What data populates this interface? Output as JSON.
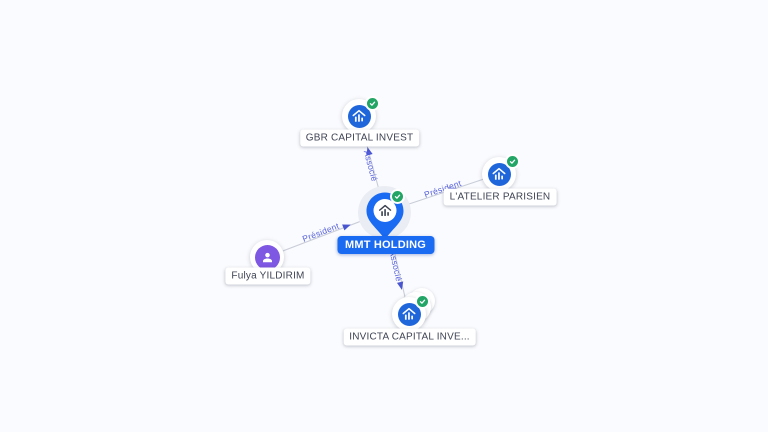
{
  "canvas": {
    "background": "#fafbfe"
  },
  "colors": {
    "company_node_blue": "#2066db",
    "selected_pin_blue": "#1a6af2",
    "person_purple": "#7e57e2",
    "verified_green": "#23a566",
    "edge_line": "#c9cdd8",
    "edge_label": "#5560dd",
    "node_label_text": "#3f4454",
    "node_label_bg": "#ffffff",
    "selected_label_bg": "#1a6af2",
    "selected_label_text": "#ffffff"
  },
  "nodes": {
    "center": {
      "label": "MMT HOLDING",
      "type": "company",
      "icon": "map-pin-building-icon",
      "verified": true,
      "selected": true
    },
    "top": {
      "label": "GBR CAPITAL INVEST",
      "type": "company",
      "icon": "company-building-icon",
      "verified": true
    },
    "right": {
      "label": "L'ATELIER PARISIEN",
      "type": "company",
      "icon": "company-building-icon",
      "verified": true
    },
    "left": {
      "label": "Fulya YILDIRIM",
      "type": "person",
      "icon": "person-icon",
      "verified": false
    },
    "bottom": {
      "label": "INVICTA CAPITAL INVE...",
      "type": "company-group",
      "icon": "company-building-icon",
      "verified": true,
      "stacked": true
    }
  },
  "edges": [
    {
      "from": "MMT HOLDING",
      "to": "GBR CAPITAL INVEST",
      "label": "Associé"
    },
    {
      "from": "MMT HOLDING",
      "to": "L'ATELIER PARISIEN",
      "label": "Président"
    },
    {
      "from": "Fulya YILDIRIM",
      "to": "MMT HOLDING",
      "label": "Président"
    },
    {
      "from": "MMT HOLDING",
      "to": "INVICTA CAPITAL INVE...",
      "label": "Associé"
    }
  ]
}
